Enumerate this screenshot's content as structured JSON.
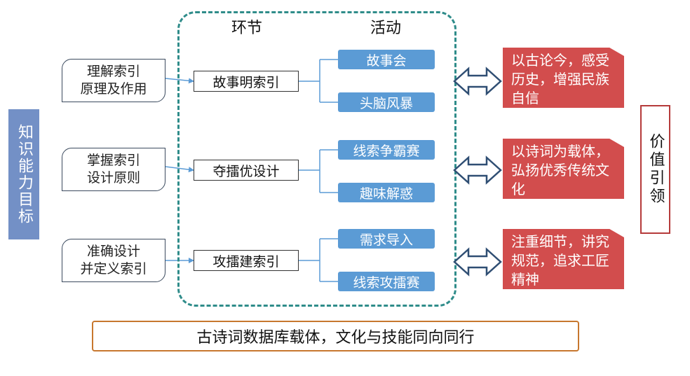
{
  "left_strip": "知识能力目标",
  "column_headers": {
    "stage": "环节",
    "activity": "活动"
  },
  "goals": [
    "理解索引\n原理及作用",
    "掌握索引\n设计原则",
    "准确设计\n并定义索引"
  ],
  "stages": [
    "故事明索引",
    "夺擂优设计",
    "攻擂建索引"
  ],
  "activities": [
    [
      "故事会",
      "头脑风暴"
    ],
    [
      "线索争霸赛",
      "趣味解惑"
    ],
    [
      "需求导入",
      "线索攻擂赛"
    ]
  ],
  "values": [
    "以古论今，感受历史，增强民族自信",
    "以诗词为载体，弘扬优秀传统文化",
    "注重细节，讲究规范，追求工匠精神"
  ],
  "right_label": "价值引领",
  "banner": "古诗词数据库载体，文化与技能同向同行",
  "colors": {
    "frame": "#2f8c8a",
    "left_strip": "#7390c6",
    "activity": "#5b9bd5",
    "value_box": "#d24d4d",
    "right_box_border": "#b53a3a",
    "banner_border": "#c7772e",
    "connector": "#5b9bd5",
    "double_arrow": "#2f4e73"
  }
}
